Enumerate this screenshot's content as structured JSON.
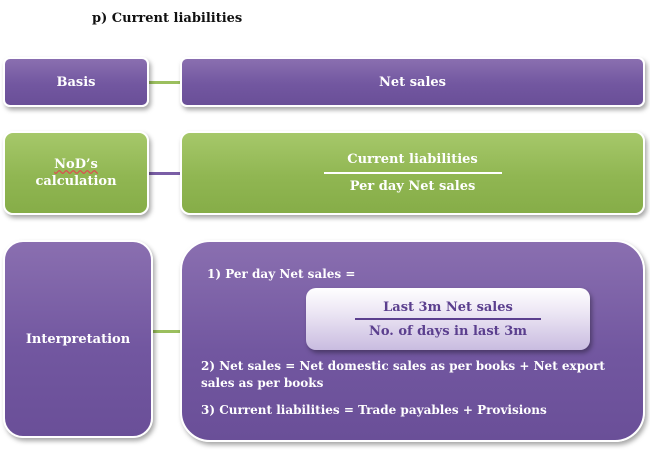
{
  "title": "p)  Current liabilities",
  "basis": {
    "label": "Basis",
    "value": "Net sales"
  },
  "nod": {
    "label_line1": "NoD’s",
    "label_line2": "calculation",
    "numerator": "Current liabilities",
    "denominator": "Per day Net sales"
  },
  "interpretation": {
    "label": "Interpretation",
    "item1": "1) Per day Net sales =",
    "fraction_numerator": "Last 3m Net sales",
    "fraction_denominator": "No. of days in last 3m",
    "item2": "2) Net sales = Net domestic sales as per books + Net export sales as per books",
    "item3": "3) Current liabilities = Trade payables + Provisions"
  }
}
